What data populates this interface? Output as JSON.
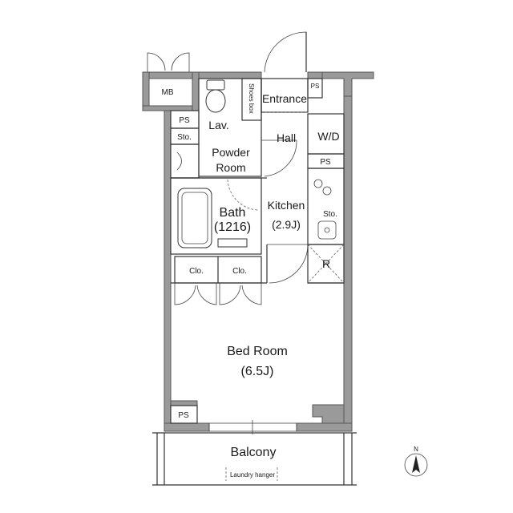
{
  "rooms": {
    "mb": "MB",
    "ps_top_left": "PS",
    "sto_left": "Sto.",
    "lav": "Lav.",
    "powder_line1": "Powder",
    "powder_line2": "Room",
    "shoes_box": "Shoes box",
    "entrance": "Entrance",
    "ps_entrance": "PS",
    "hall": "Hall",
    "wd": "W/D",
    "ps_kitchen": "PS",
    "bath": "Bath",
    "bath_size": "(1216)",
    "kitchen": "Kitchen",
    "kitchen_size": "(2.9J)",
    "sto_kitchen": "Sto.",
    "refrigerator": "R",
    "clo_1": "Clo.",
    "clo_2": "Clo.",
    "bedroom": "Bed Room",
    "bedroom_size": "(6.5J)",
    "ps_bedroom": "PS",
    "balcony": "Balcony",
    "laundry_hanger": "Laundry hanger"
  },
  "compass": {
    "label": "N"
  },
  "colors": {
    "wall": "#9a9a9a",
    "line": "#333333"
  }
}
